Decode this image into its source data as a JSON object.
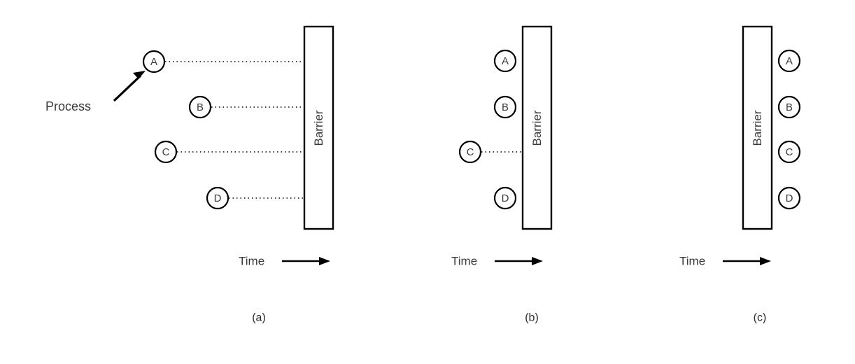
{
  "figure": {
    "background": "#ffffff",
    "stroke_color": "#000000",
    "text_color": "#3a3a3a",
    "annotation": {
      "label": "Process",
      "arrow_icon": "arrow-up-right-icon"
    },
    "panels": [
      {
        "id": "a",
        "caption": "(a)",
        "barrier": {
          "label": "Barrier"
        },
        "axis": {
          "label": "Time",
          "arrow_icon": "arrow-right-icon"
        },
        "processes": [
          {
            "label": "A",
            "blocked": false,
            "has_dotted_line": true
          },
          {
            "label": "B",
            "blocked": false,
            "has_dotted_line": true
          },
          {
            "label": "C",
            "blocked": false,
            "has_dotted_line": true
          },
          {
            "label": "D",
            "blocked": false,
            "has_dotted_line": true
          }
        ]
      },
      {
        "id": "b",
        "caption": "(b)",
        "barrier": {
          "label": "Barrier"
        },
        "axis": {
          "label": "Time",
          "arrow_icon": "arrow-right-icon"
        },
        "processes": [
          {
            "label": "A",
            "blocked": true,
            "has_dotted_line": false
          },
          {
            "label": "B",
            "blocked": true,
            "has_dotted_line": false
          },
          {
            "label": "C",
            "blocked": false,
            "has_dotted_line": true
          },
          {
            "label": "D",
            "blocked": true,
            "has_dotted_line": false
          }
        ]
      },
      {
        "id": "c",
        "caption": "(c)",
        "barrier": {
          "label": "Barrier"
        },
        "axis": {
          "label": "Time",
          "arrow_icon": "arrow-right-icon"
        },
        "processes": [
          {
            "label": "A",
            "blocked": false,
            "has_dotted_line": false
          },
          {
            "label": "B",
            "blocked": false,
            "has_dotted_line": false
          },
          {
            "label": "C",
            "blocked": false,
            "has_dotted_line": false
          },
          {
            "label": "D",
            "blocked": false,
            "has_dotted_line": false
          }
        ]
      }
    ]
  }
}
